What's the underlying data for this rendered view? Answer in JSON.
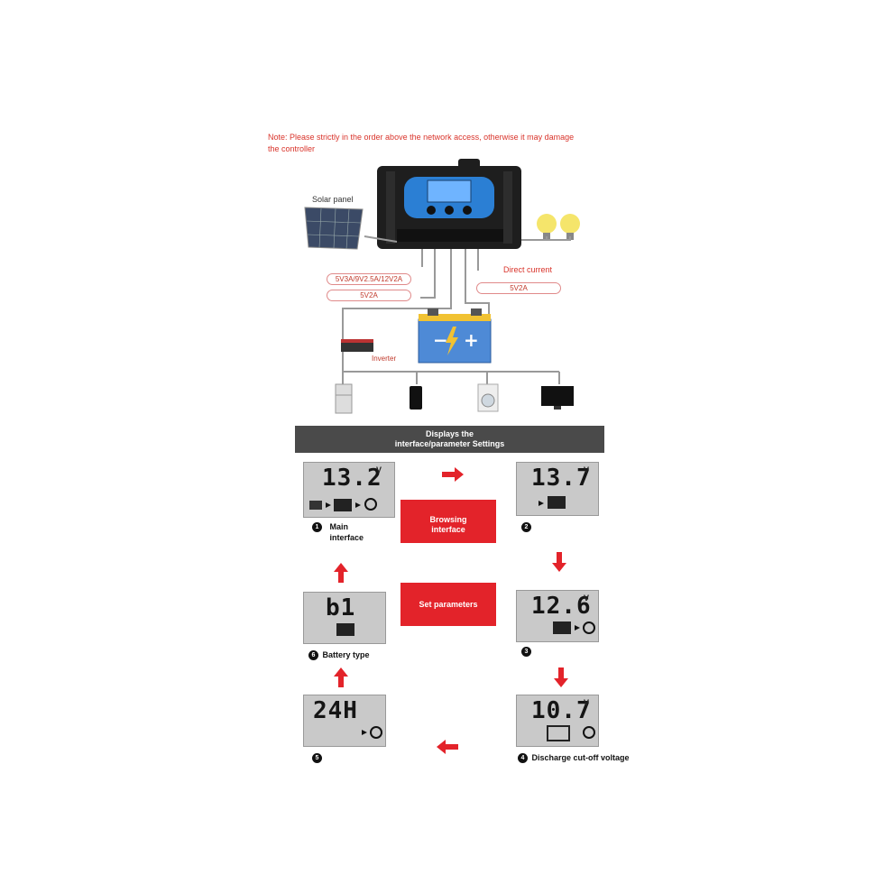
{
  "note": "Note: Please strictly in the order above the network access, otherwise it may damage the controller",
  "labels": {
    "solar_panel": "Solar panel",
    "direct_current": "Direct current",
    "usb_output_left": "5V3A/9V2.5A/12V2A",
    "usb_output_left2": "5V2A",
    "usb_output_right": "5V2A",
    "inverter": "Inverter"
  },
  "banner": {
    "line1": "Displays the",
    "line2": "interface/parameter Settings"
  },
  "modes": {
    "browsing": "Browsing interface",
    "set_parameters": "Set parameters"
  },
  "screens": [
    {
      "id": "1",
      "value": "13.2",
      "unit": "V",
      "caption": "Main interface"
    },
    {
      "id": "2",
      "value": "13.7",
      "unit": "V",
      "caption": ""
    },
    {
      "id": "3",
      "value": "12.6",
      "unit": "V",
      "caption": ""
    },
    {
      "id": "4",
      "value": "10.7",
      "unit": "V",
      "caption": "Discharge cut-off voltage"
    },
    {
      "id": "5",
      "value": "24H",
      "unit": "",
      "caption": ""
    },
    {
      "id": "6",
      "value": "b1",
      "unit": "",
      "caption": "Battery type"
    }
  ],
  "colors": {
    "accent_red": "#e3232a",
    "banner_gray": "#4a4a4a",
    "lcd_gray": "#c9c9c9",
    "controller_blue": "#2b7fd4"
  }
}
